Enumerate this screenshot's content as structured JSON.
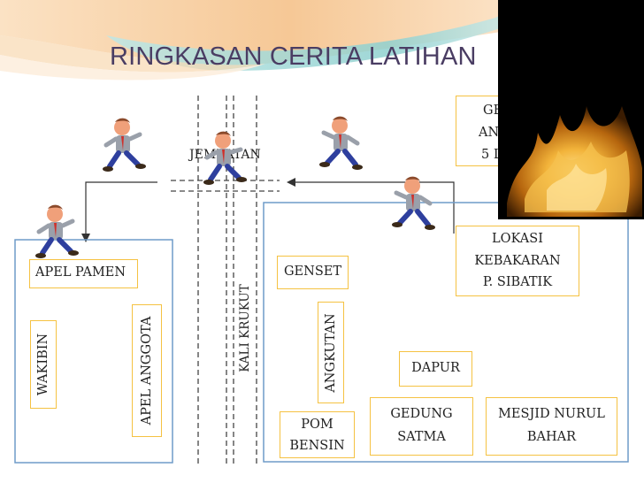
{
  "title": "RINGKASAN CERITA  LATIHAN",
  "nodes": {
    "apel_pamen": "APEL PAMEN",
    "wakibin": "WAKIBIN",
    "apel_anggota": "APEL ANGGOTA",
    "jembatan": "JEMBATAN",
    "kali_krukut": "KALI KRUKUT",
    "genset": "GENSET",
    "angkutan": "ANGKUTAN",
    "pom_bensin": [
      "POM",
      "BENSIN"
    ],
    "lokasi_kebakaran": [
      "LOKASI",
      "KEBAKARAN",
      "P. SIBATIK"
    ],
    "dapur": "DAPUR",
    "gedung_satma": [
      "GEDUNG",
      "SATMA"
    ],
    "mesjid_nurul_bahar": [
      "MESJID NURUL",
      "BAHAR"
    ],
    "top_right_box": [
      "GE",
      "AN",
      "5 L"
    ]
  },
  "colors": {
    "title": "#4a3d63",
    "box_border": "#f5c242",
    "group_border": "#6f9bc8",
    "banner_peach": "#f6c896",
    "banner_teal": "#8fd0cf",
    "fire": "#d98a1a"
  },
  "icons": [
    "walking-man-icon",
    "fire-icon"
  ]
}
